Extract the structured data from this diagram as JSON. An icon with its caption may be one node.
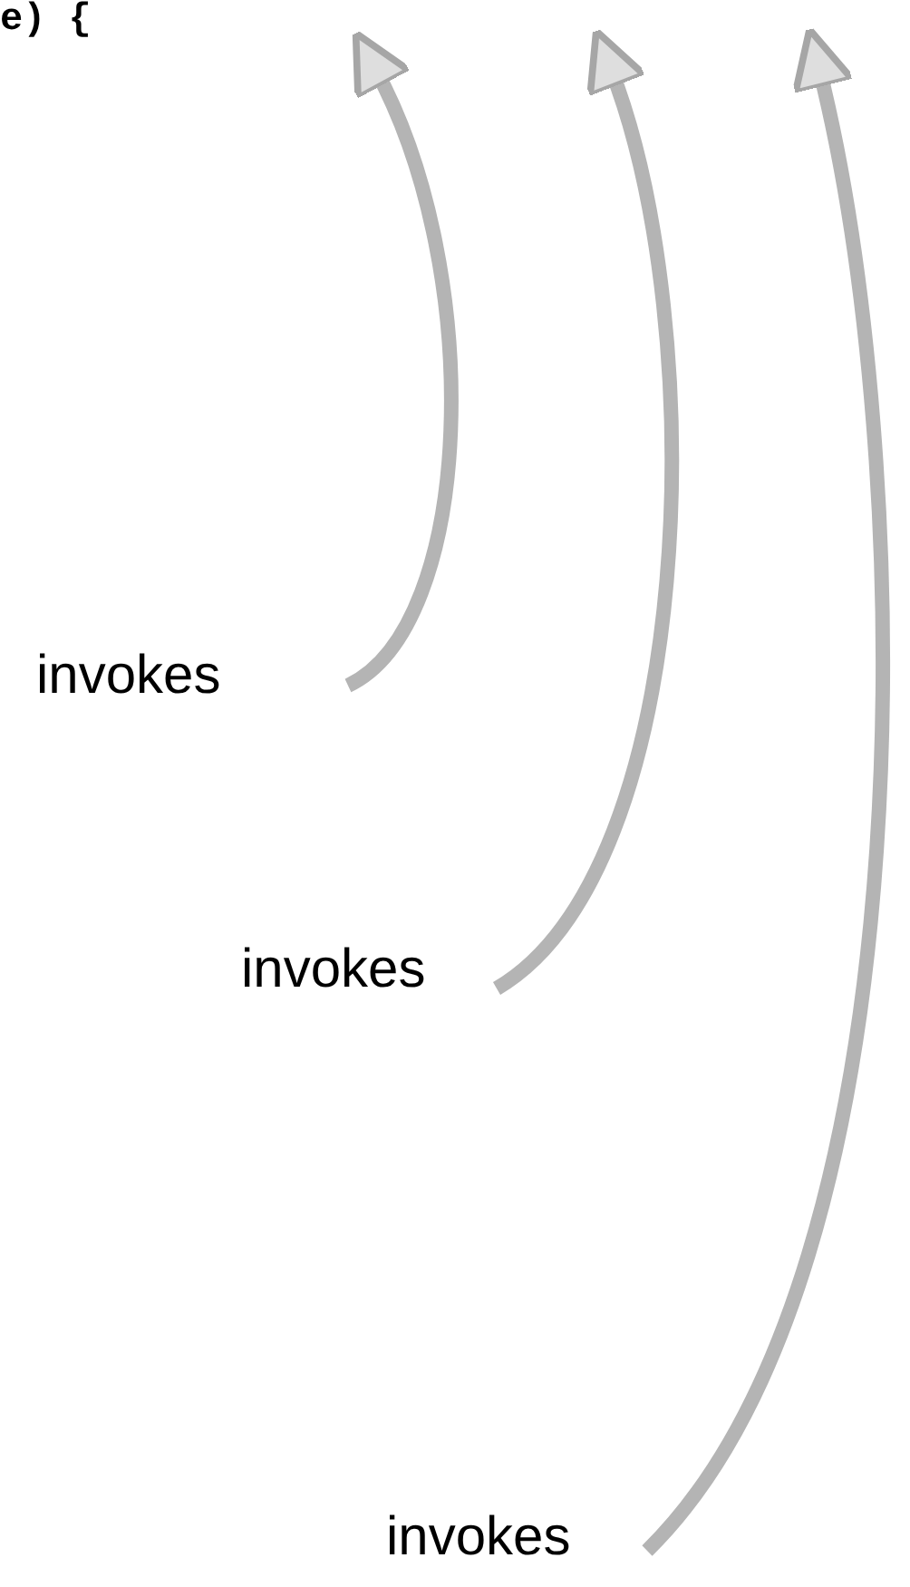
{
  "diagram": {
    "nodes": [
      {
        "text": [
          "invokes"
        ]
      },
      {
        "text": [
          "invokes"
        ]
      },
      {
        "text": [
          "invokes"
        ]
      }
    ],
    "edges": [
      {
        "from": 0,
        "to": null,
        "arrow": "to"
      },
      {
        "from": 1,
        "to": null,
        "arrow": "to"
      },
      {
        "from": 2,
        "to": null,
        "arrow": "to"
      }
    ],
    "labels": [
      "e) {"
    ]
  }
}
